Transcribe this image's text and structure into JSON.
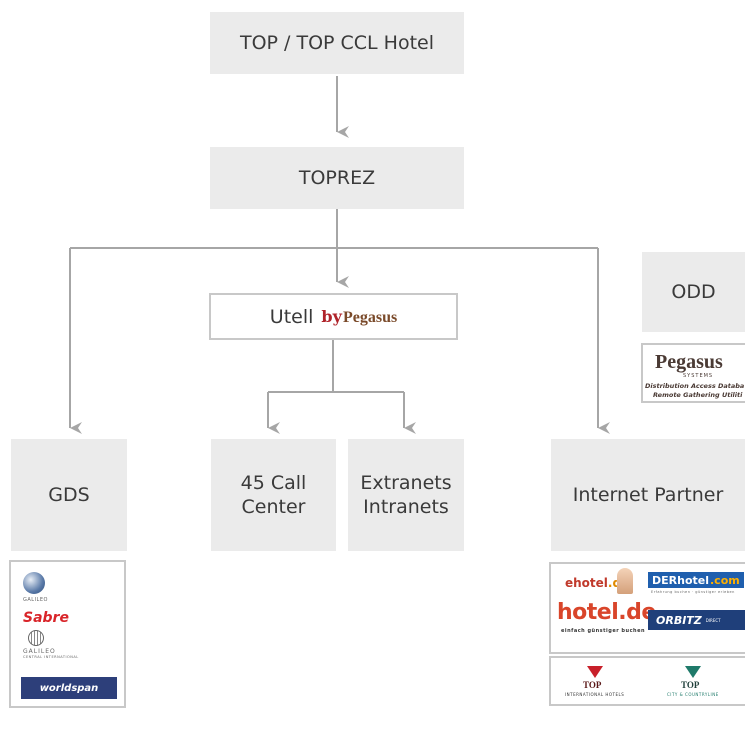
{
  "nodes": {
    "top": "TOP / TOP CCL Hotel",
    "toprez": "TOPREZ",
    "utell": "Utell",
    "utell_by": "by",
    "utell_pegasus": "Pegasus",
    "odd": "ODD",
    "gds": "GDS",
    "callcenter_line1": "45 Call",
    "callcenter_line2": "Center",
    "extranets_line1": "Extranets",
    "extranets_line2": "Intranets",
    "internet_partner": "Internet Partner"
  },
  "pegasus_card": {
    "name": "Pegasus",
    "tagline": "SYSTEMS",
    "line1": "Distribution Access Databa",
    "line2": "Remote Gathering Utiliti"
  },
  "gds_logos": {
    "galileo_small": "GALILEO",
    "sabre": "Sabre",
    "galileo2": "GALILEO",
    "galileo2_sub": "CENTRAL INTERNATIONAL",
    "worldspan": "worldspan"
  },
  "partner_logos": {
    "ehotel": "ehotel",
    "ehotel_suffix": ".de",
    "derhotel": "DERhotel",
    "derhotel_suffix": ".com",
    "derhotel_tag": "Erfahrung buchen · günstiger erleben",
    "hotelde": "hotel.de",
    "hotelde_tag": "einfach günstiger buchen",
    "orbitz": "ORBITZ",
    "orbitz_suffix": "DIRECT"
  },
  "top_logos": {
    "top1": "TOP",
    "top1_sub": "INTERNATIONAL HOTELS",
    "top2": "TOP",
    "top2_sub": "CITY & COUNTRYLINE"
  },
  "colors": {
    "node_fill": "#ebebeb",
    "connector": "#a6a6a6",
    "frame": "#c8c8c8",
    "accent_red": "#b0232a"
  }
}
